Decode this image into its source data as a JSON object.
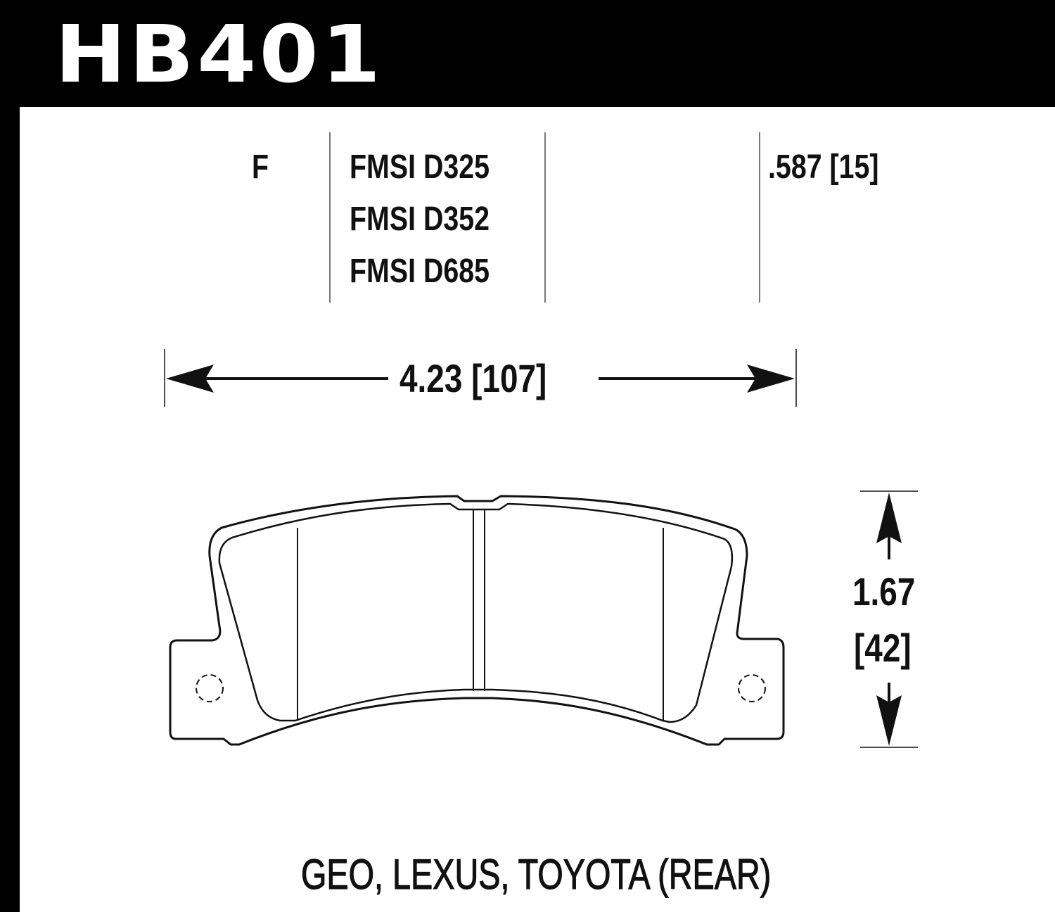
{
  "header": {
    "part_number": "HB401"
  },
  "spec_table": {
    "position": "F",
    "fmsi_codes": [
      "FMSI D325",
      "FMSI D352",
      "FMSI D685"
    ],
    "thickness": ".587 [15]"
  },
  "dimensions": {
    "width": "4.23 [107]",
    "height_in": "1.67",
    "height_mm": "[42]"
  },
  "application": {
    "label": "GEO, LEXUS, TOYOTA (REAR)"
  },
  "colors": {
    "band": "#000000",
    "line": "#111111",
    "divider": "#777777",
    "background": "#ffffff"
  }
}
